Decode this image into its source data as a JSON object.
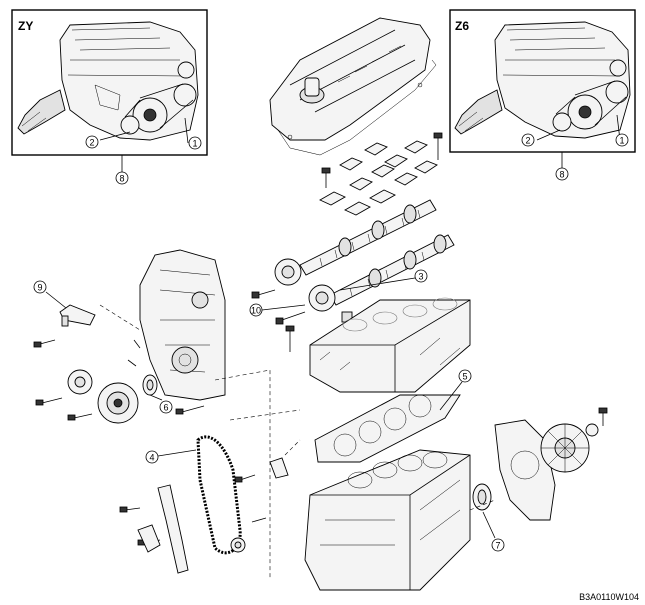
{
  "insets": [
    {
      "label": "ZY",
      "callouts": [
        "1",
        "2",
        "8"
      ]
    },
    {
      "label": "Z6",
      "callouts": [
        "1",
        "2",
        "8"
      ]
    }
  ],
  "callouts": {
    "c3": "3",
    "c4": "4",
    "c5": "5",
    "c6": "6",
    "c7": "7",
    "c9": "9",
    "c10": "10"
  },
  "figure_code": "B3A0110W104"
}
